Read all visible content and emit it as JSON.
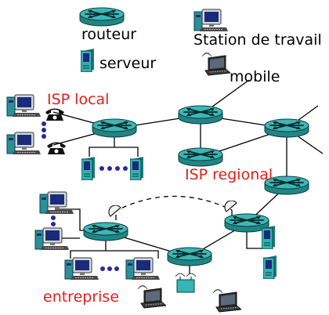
{
  "legend": {
    "router": "routeur",
    "server": "serveur",
    "workstation": "Station de travail",
    "mobile": "mobile"
  },
  "regions": {
    "local_isp": "ISP local",
    "regional_isp": "ISP regional",
    "enterprise": "entreprise"
  },
  "colors": {
    "router_body": "#2ea2a2",
    "router_top": "#58c8c8",
    "server_body": "#2aa7a7",
    "server_window": "#1c2a7a",
    "region_label": "#e0201b",
    "link": "#000000",
    "dots": "#2a2a9a"
  },
  "icons": {
    "router": "router-icon",
    "server": "server-icon",
    "workstation": "workstation-icon",
    "mobile": "laptop-icon",
    "phone": "phone-icon",
    "antenna": "antenna-icon",
    "access_point": "access-point-icon"
  }
}
